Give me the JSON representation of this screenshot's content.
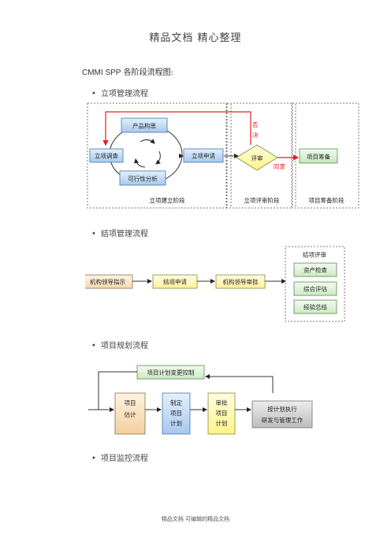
{
  "header": "精品文档 精心整理",
  "intro": {
    "prefix": "CMMI SPP",
    "text": "各阶段流程图:"
  },
  "bullets": [
    "立项管理流程",
    "结项管理流程",
    "项目规划流程",
    "项目监控流程"
  ],
  "diagram1": {
    "nodes": {
      "product_info": "产品构思",
      "research": "立项调查",
      "feasibility": "可行性分析",
      "apply": "立项申请",
      "review": "评审",
      "prepare": "项目筹备"
    },
    "edge_reject_1": "否",
    "edge_reject_2": "决",
    "edge_agree": "同意",
    "stages": [
      "立项建立阶段",
      "立项评审阶段",
      "项目筹备阶段"
    ]
  },
  "diagram2": {
    "nodes": {
      "instruct": "机构领导指示",
      "apply": "结项申请",
      "approve": "机构领导审批"
    },
    "panel_title": "结项评审",
    "panel_items": [
      "资产检查",
      "综合评估",
      "经验总结"
    ]
  },
  "diagram3": {
    "top": "项目计划变更控制",
    "nodes": {
      "estimate": [
        "项目",
        "估计"
      ],
      "make": [
        "制定",
        "项目",
        "计划"
      ],
      "approve": [
        "审批",
        "项目",
        "计划"
      ],
      "exec": [
        "按计划执行",
        "研发与管理工作"
      ]
    }
  },
  "footer": "精品文档 可编辑的精品文档",
  "colors": {
    "blue_box": "#b8d4f0",
    "yellow_box": "#fffbb0",
    "green_box": "#d6efd0",
    "orange_box": "#fbe5c8",
    "gray_box": "#d0d0d0",
    "red_line": "#e02020"
  }
}
